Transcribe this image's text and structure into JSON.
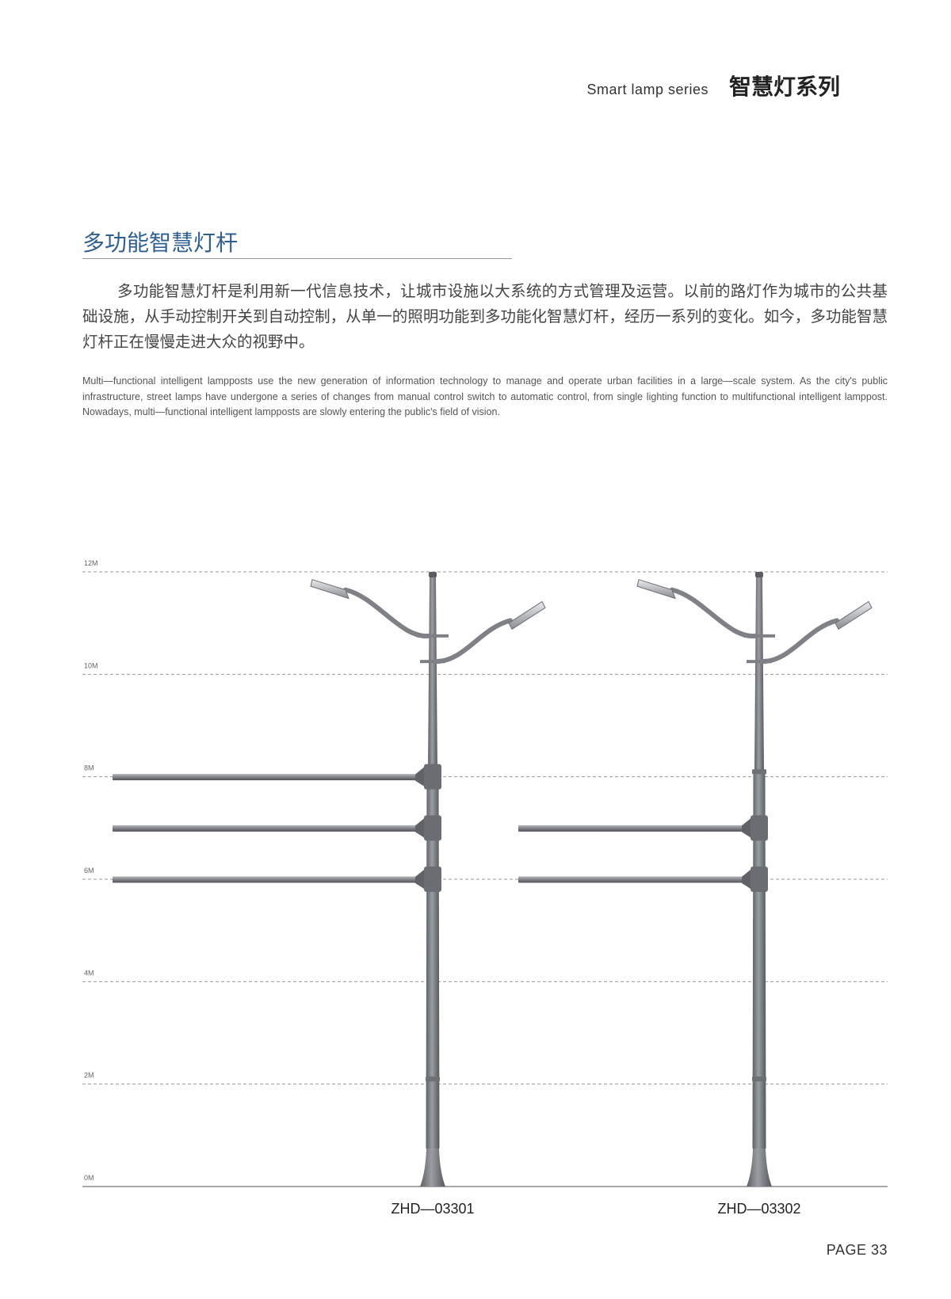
{
  "header": {
    "series_en": "Smart lamp series",
    "series_cn": "智慧灯系列"
  },
  "section": {
    "title": "多功能智慧灯杆",
    "paragraph_cn": "多功能智慧灯杆是利用新一代信息技术，让城市设施以大系统的方式管理及运营。以前的路灯作为城市的公共基础设施，从手动控制开关到自动控制，从单一的照明功能到多功能化智慧灯杆，经历一系列的变化。如今，多功能智慧灯杆正在慢慢走进大众的视野中。",
    "paragraph_en": "Multi—functional intelligent lampposts use the new generation of information technology to manage and operate urban facilities in a large—scale system. As the city's public infrastructure, street lamps have undergone a series of changes from manual control switch to automatic control, from single lighting function to multifunctional intelligent lamppost. Nowadays, multi—functional intelligent lampposts are slowly entering the public's field of vision."
  },
  "chart_data": {
    "type": "diagram",
    "y_ticks": [
      {
        "label": "12M",
        "value": 12
      },
      {
        "label": "10M",
        "value": 10
      },
      {
        "label": "8M",
        "value": 8
      },
      {
        "label": "6M",
        "value": 6
      },
      {
        "label": "4M",
        "value": 4
      },
      {
        "label": "2M",
        "value": 2
      },
      {
        "label": "0M",
        "value": 0
      }
    ],
    "ylim": [
      0,
      12
    ],
    "grid": true,
    "products": [
      {
        "model": "ZHD—03301",
        "height_m": 12,
        "lamp_arms": 2,
        "side_arms_m": [
          8,
          7,
          6
        ]
      },
      {
        "model": "ZHD—03302",
        "height_m": 12,
        "lamp_arms": 2,
        "side_arms_m": [
          7,
          6
        ]
      }
    ]
  },
  "footer": {
    "page": "PAGE 33"
  },
  "colors": {
    "title_blue": "#2f5f8f",
    "pole_gray": "#7d8085",
    "grid_gray": "#9a9a9a"
  }
}
